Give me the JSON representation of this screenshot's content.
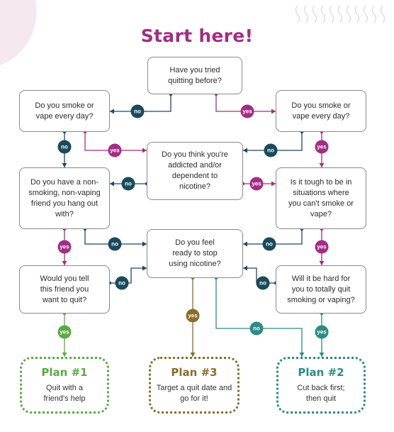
{
  "title": "Start here!",
  "colors": {
    "yes": "#a32d84",
    "no": "#1a4a5c",
    "plan1": "#5aab45",
    "plan2": "#2d8c84",
    "plan3": "#8a6d2b",
    "title": "#a32d84"
  },
  "questions": {
    "tried_quitting": "Have you tried quitting before?",
    "smoke_daily_left": "Do you smoke or vape every day?",
    "smoke_daily_right": "Do you smoke or vape every day?",
    "addicted": "Do you think you're addicted and/or dependent to nicotine?",
    "non_smoking_friend": "Do you have a non-smoking, non-vaping friend you hang out with?",
    "tough_situations": "Is it tough to be in situations where you can't smoke or vape?",
    "ready_to_stop": "Do you feel ready to stop using nicotine?",
    "tell_friend": "Would you tell this friend you want to quit?",
    "hard_to_quit": "Will it be hard for you to totally quit smoking or vaping?"
  },
  "plans": {
    "plan1": {
      "title": "Plan #1",
      "desc": "Quit with a friend's help"
    },
    "plan3": {
      "title": "Plan #3",
      "desc": "Target a quit date and go for it!"
    },
    "plan2": {
      "title": "Plan #2",
      "desc": "Cut back first; then quit"
    }
  },
  "labels": {
    "yes": "yes",
    "no": "no"
  }
}
